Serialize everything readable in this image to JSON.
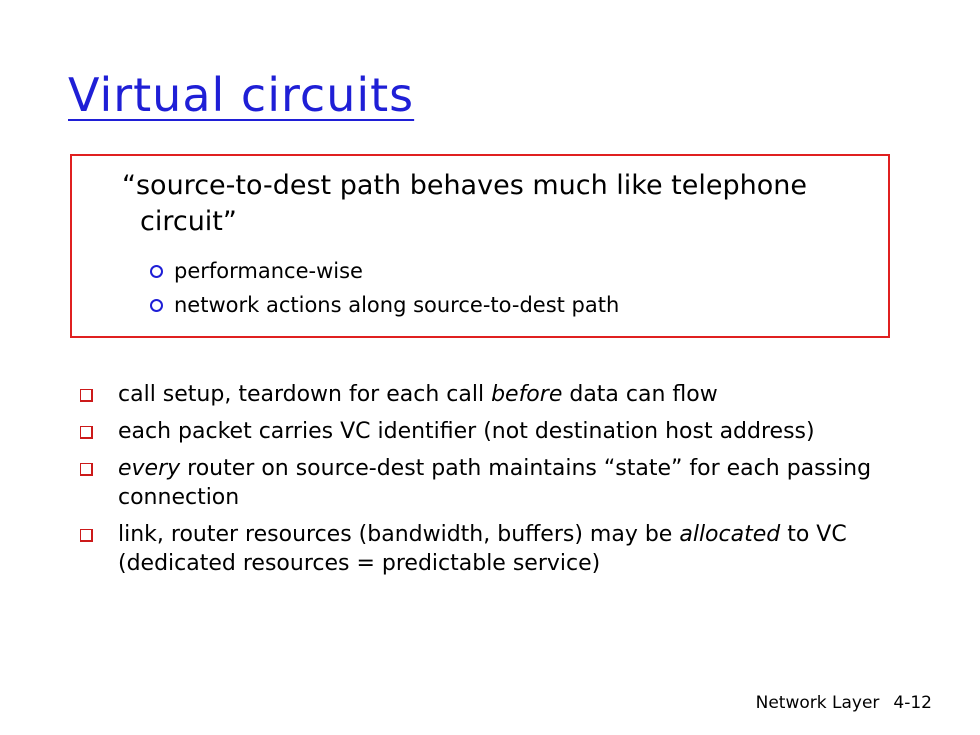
{
  "slide": {
    "title": "Virtual circuits",
    "quote": {
      "line1": "“source-to-dest path behaves much like telephone",
      "line2": "circuit”",
      "sub_items": [
        "performance-wise",
        "network actions along source-to-dest path"
      ]
    },
    "bullets": [
      {
        "pre": "call setup, teardown for each call ",
        "em": "before",
        "post": " data can flow"
      },
      {
        "pre": "each packet carries VC identifier (not destination host address)",
        "em": "",
        "post": ""
      },
      {
        "pre": "",
        "em": "every",
        "post": " router on source-dest path maintains “state” for each passing connection"
      },
      {
        "pre": "link, router resources (bandwidth, buffers) may be ",
        "em": "allocated",
        "post": " to VC (dedicated resources = predictable service)"
      }
    ],
    "footer": {
      "section": "Network Layer",
      "page": "4-12"
    }
  },
  "colors": {
    "title": "#1f1fd6",
    "box_border": "#e02020",
    "bullet": "#cc1a1a"
  }
}
